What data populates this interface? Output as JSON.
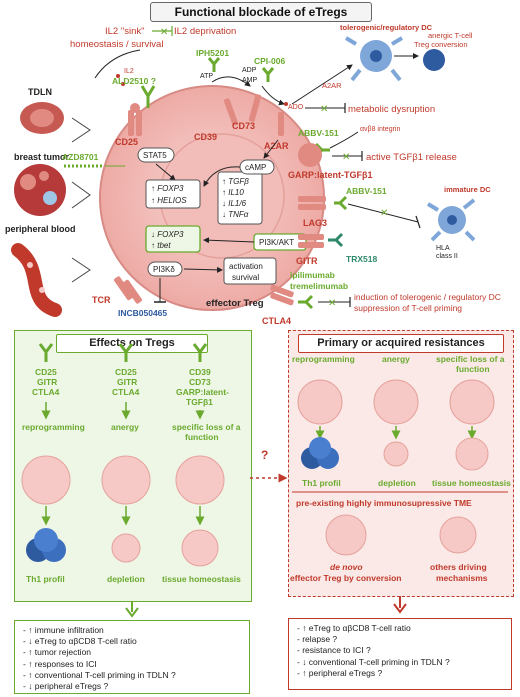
{
  "title": "Functional blockade of eTregs",
  "top": {
    "il2_sink": "IL2 \"sink\"",
    "il2_deprivation": "IL2 deprivation",
    "homeostasis": "homeostasis / survival",
    "il2": "IL2",
    "ald2510": "ALD2510 ?",
    "cd25": "CD25",
    "azd8701": "AZD8701",
    "tdln": "TDLN",
    "breast_tumor": "breast tumor",
    "peripheral_blood": "peripheral blood",
    "ipi5201": "IPH5201",
    "cpi006": "CPI-006",
    "atp": "ATP",
    "adp": "ADP",
    "amp": "AMP",
    "ado": "ADO",
    "cd39": "CD39",
    "cd73": "CD73",
    "a2ar": "A2AR",
    "a2ar_dc": "A2AR",
    "metabolic": "metabolic dysruption",
    "tolerogenic_dc": "tolerogenic/regulatory DC",
    "anergic_tcell": "anergic T-cell",
    "treg_conversion": "Treg conversion",
    "stat5": "STAT5",
    "camp": "cAMP",
    "foxp3_up": "↑ FOXP3",
    "helios_up": "↑ HELIOS",
    "cytokines": [
      "↑ TGFβ",
      "↑ IL10",
      "↓ IL1/6",
      "↓ TNFα"
    ],
    "foxp3_down": "↓ FOXP3",
    "tbet_up": "↑ tbet",
    "pi3k_akt": "PI3K/AKT",
    "pi3kd": "PI3Kδ",
    "activation": "activation",
    "survival": "survival",
    "effector_treg": "effector Treg",
    "tcr": "TCR",
    "incb": "INCB050465",
    "abbv151_a": "ABBV-151",
    "avb8": "αvβ8 integrin",
    "active_tgf": "active TGFβ1 release",
    "garp": "GARP:latent-TGFβ1",
    "abbv151_b": "ABBV-151",
    "lag3": "LAG3",
    "immature_dc": "immature DC",
    "hla": "HLA",
    "class2": "class II",
    "gitr": "GITR",
    "trx518": "TRX518",
    "ipilimumab": "ipilimumab",
    "tremelimumab": "tremelimumab",
    "ctla4": "CTLA4",
    "induction": "induction of tolerogenic / regulatory DC",
    "suppression": "suppression of T-cell priming"
  },
  "left_panel": {
    "heading": "Effects on Tregs",
    "col1_targets": [
      "CD25",
      "GITR",
      "CTLA4"
    ],
    "col2_targets": [
      "CD25",
      "GITR",
      "CTLA4"
    ],
    "col3_targets": [
      "CD39",
      "CD73",
      "GARP:latent-",
      "TGFβ1"
    ],
    "col1_effect": "reprogramming",
    "col2_effect": "anergy",
    "col3_effect": [
      "specific loss of a",
      "function"
    ],
    "col1_outcome": "Th1 profil",
    "col2_outcome": "depletion",
    "col3_outcome": "tissue homeostasis",
    "list": [
      "- ↑ immune infiltration",
      "- ↓ eTreg to αβCD8 T-cell ratio",
      "- ↑ tumor rejection",
      "- ↑ responses to ICI",
      "- ↑ conventional T-cell priming in TDLN ?",
      "- ↓ peripheral eTregs ?"
    ]
  },
  "connector": "?",
  "right_panel": {
    "heading": "Primary or acquired resistances",
    "col1_effect": "reprogramming",
    "col2_effect": "anergy",
    "col3_effect": [
      "specific loss of a",
      "function"
    ],
    "col1_outcome": "Th1 profil",
    "col2_outcome": "depletion",
    "col3_outcome": "tissue homeostasis",
    "tme": "pre-existing highly immunosupressive TME",
    "denovo": "de novo",
    "denovo_rest": "effector Treg by conversion",
    "others": [
      "others driving",
      "mechanisms"
    ],
    "list": [
      "- ↑ eTreg to αβCD8 T-cell ratio",
      "- relapse ?",
      "- resistance to ICI ?",
      "- ↓ conventional T-cell priming in TDLN ?",
      "- ↑ peripheral eTregs ?"
    ]
  },
  "colors": {
    "green": "#6aaa2e",
    "red": "#c0392b",
    "pink": "#f6c9c6",
    "dark_red": "#a01818",
    "blue": "#2e5aa0",
    "light_green_bg": "#eef6e6",
    "light_red_bg": "#fbe9e7"
  }
}
